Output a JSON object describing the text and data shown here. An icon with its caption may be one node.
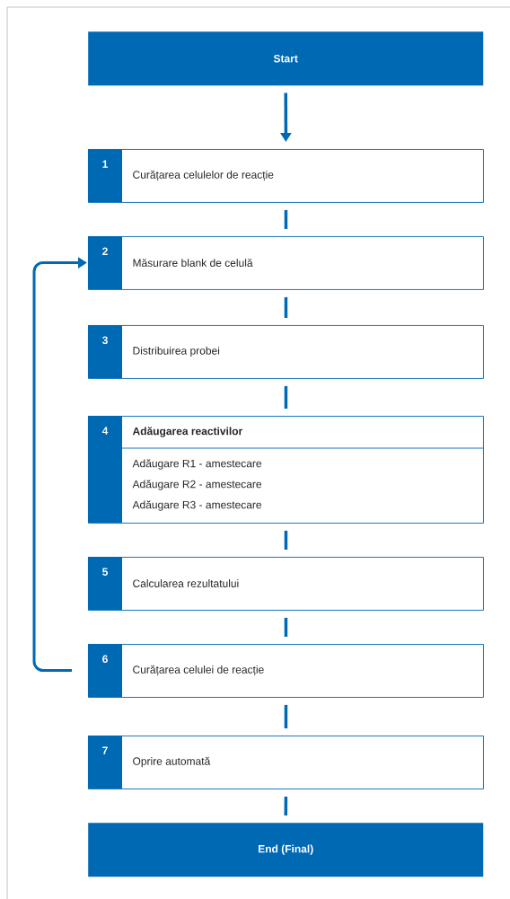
{
  "diagram": {
    "nodes": [
      {
        "text": [
          "Start"
        ]
      },
      {
        "text": [
          "1",
          "Curățarea celulelor de reacție"
        ]
      },
      {
        "text": [
          "2",
          "Măsurare blank de celulă"
        ]
      },
      {
        "text": [
          "3",
          "Distribuirea probei"
        ]
      },
      {
        "text": [
          "4",
          "Adăugarea reactivilor",
          "Adăugare R1 - amestecare",
          "Adăugare R2 - amestecare",
          "Adăugare R3 - amestecare"
        ]
      },
      {
        "text": [
          "5",
          "Calcularea rezultatului"
        ]
      },
      {
        "text": [
          "6",
          "Curățarea celulei de reacție"
        ]
      },
      {
        "text": [
          "7",
          "Oprire automată"
        ]
      },
      {
        "text": [
          "End (Final)"
        ]
      }
    ],
    "edges": [
      {
        "from": 0,
        "to": 1,
        "arrow": "to"
      },
      {
        "from": 1,
        "to": 2,
        "arrow": "none"
      },
      {
        "from": 2,
        "to": 3,
        "arrow": "none"
      },
      {
        "from": 3,
        "to": 4,
        "arrow": "none"
      },
      {
        "from": 4,
        "to": 5,
        "arrow": "none"
      },
      {
        "from": 5,
        "to": 6,
        "arrow": "none"
      },
      {
        "from": 6,
        "to": 7,
        "arrow": "none"
      },
      {
        "from": 7,
        "to": 8,
        "arrow": "none"
      },
      {
        "from": 6,
        "to": 2,
        "arrow": "to"
      }
    ]
  }
}
